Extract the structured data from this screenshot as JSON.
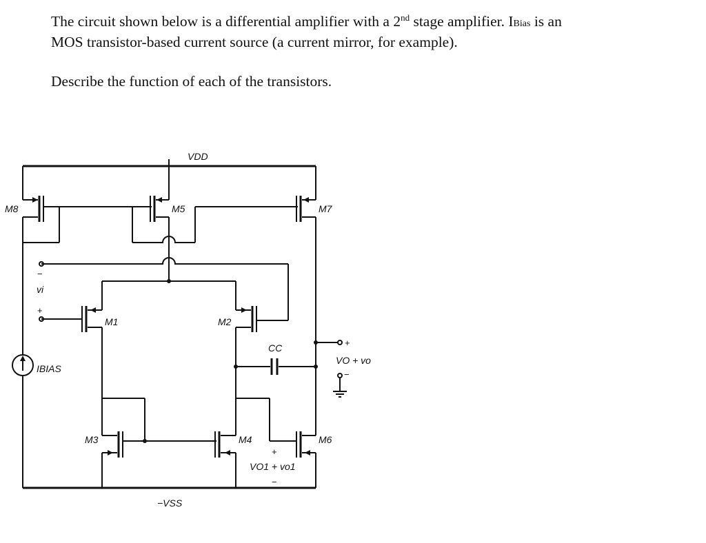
{
  "question": {
    "line1_a": "The circuit shown below is a differential amplifier with a 2",
    "line1_sup": "nd",
    "line1_b": " stage amplifier. I",
    "line1_sub": "Bias",
    "line1_c": " is an",
    "line2": "MOS transistor-based current source (a current mirror, for example).",
    "line3": "Describe the function of each of the transistors."
  },
  "circuit": {
    "vdd": "VDD",
    "vss": "−VSS",
    "transistors": [
      "M1",
      "M2",
      "M3",
      "M4",
      "M5",
      "M6",
      "M7",
      "M8"
    ],
    "cc": "CC",
    "ibias": "IBIAS",
    "vi": "vi",
    "vi_plus": "+",
    "vi_minus": "−",
    "vo_plus": "+",
    "vo_label": "VO + vo",
    "vo_minus": "−",
    "vo1_plus": "+",
    "vo1_label": "VO1 + vo1",
    "vo1_minus": "−"
  }
}
